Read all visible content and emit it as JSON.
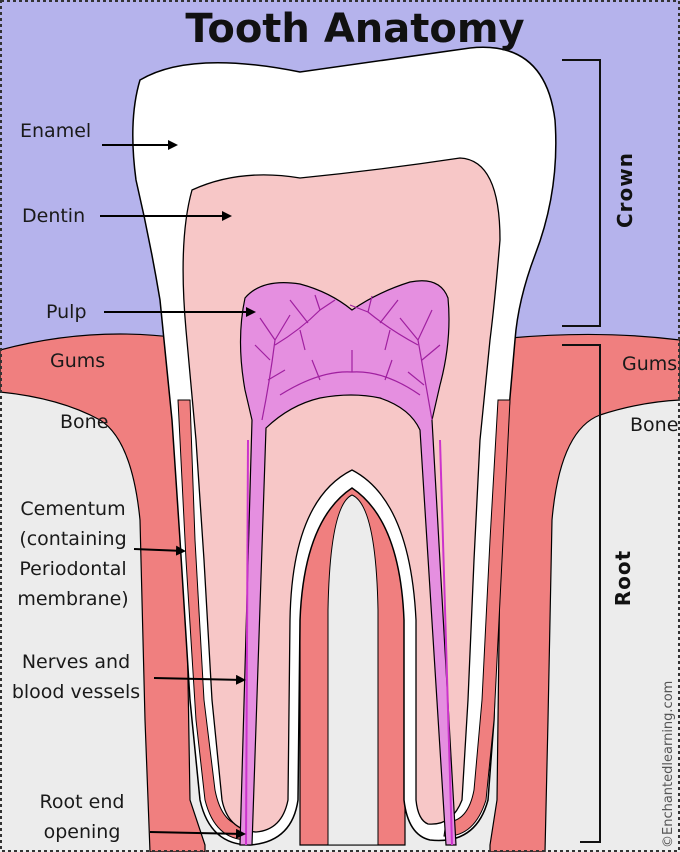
{
  "title": "Tooth Anatomy",
  "labels": {
    "enamel": "Enamel",
    "dentin": "Dentin",
    "pulp": "Pulp",
    "gums_left": "Gums",
    "gums_right": "Gums",
    "bone_left": "Bone",
    "bone_right": "Bone",
    "cementum": [
      "Cementum",
      "(containing",
      "Periodontal",
      "membrane)"
    ],
    "nerves": [
      "Nerves and",
      "blood vessels"
    ],
    "root_end": [
      "Root end",
      "opening"
    ]
  },
  "sections": {
    "crown": "Crown",
    "root": "Root"
  },
  "watermark": "©Enchantedlearning.com",
  "colors": {
    "sky": "#b5b3ec",
    "bone": "#ececec",
    "gums": "#f07f7f",
    "gum_dark": "#e46a6a",
    "enamel": "#ffffff",
    "dentin": "#f7c7c7",
    "pulp": "#e58fe0",
    "nerve": "#cc33cc",
    "outline": "#000000"
  }
}
